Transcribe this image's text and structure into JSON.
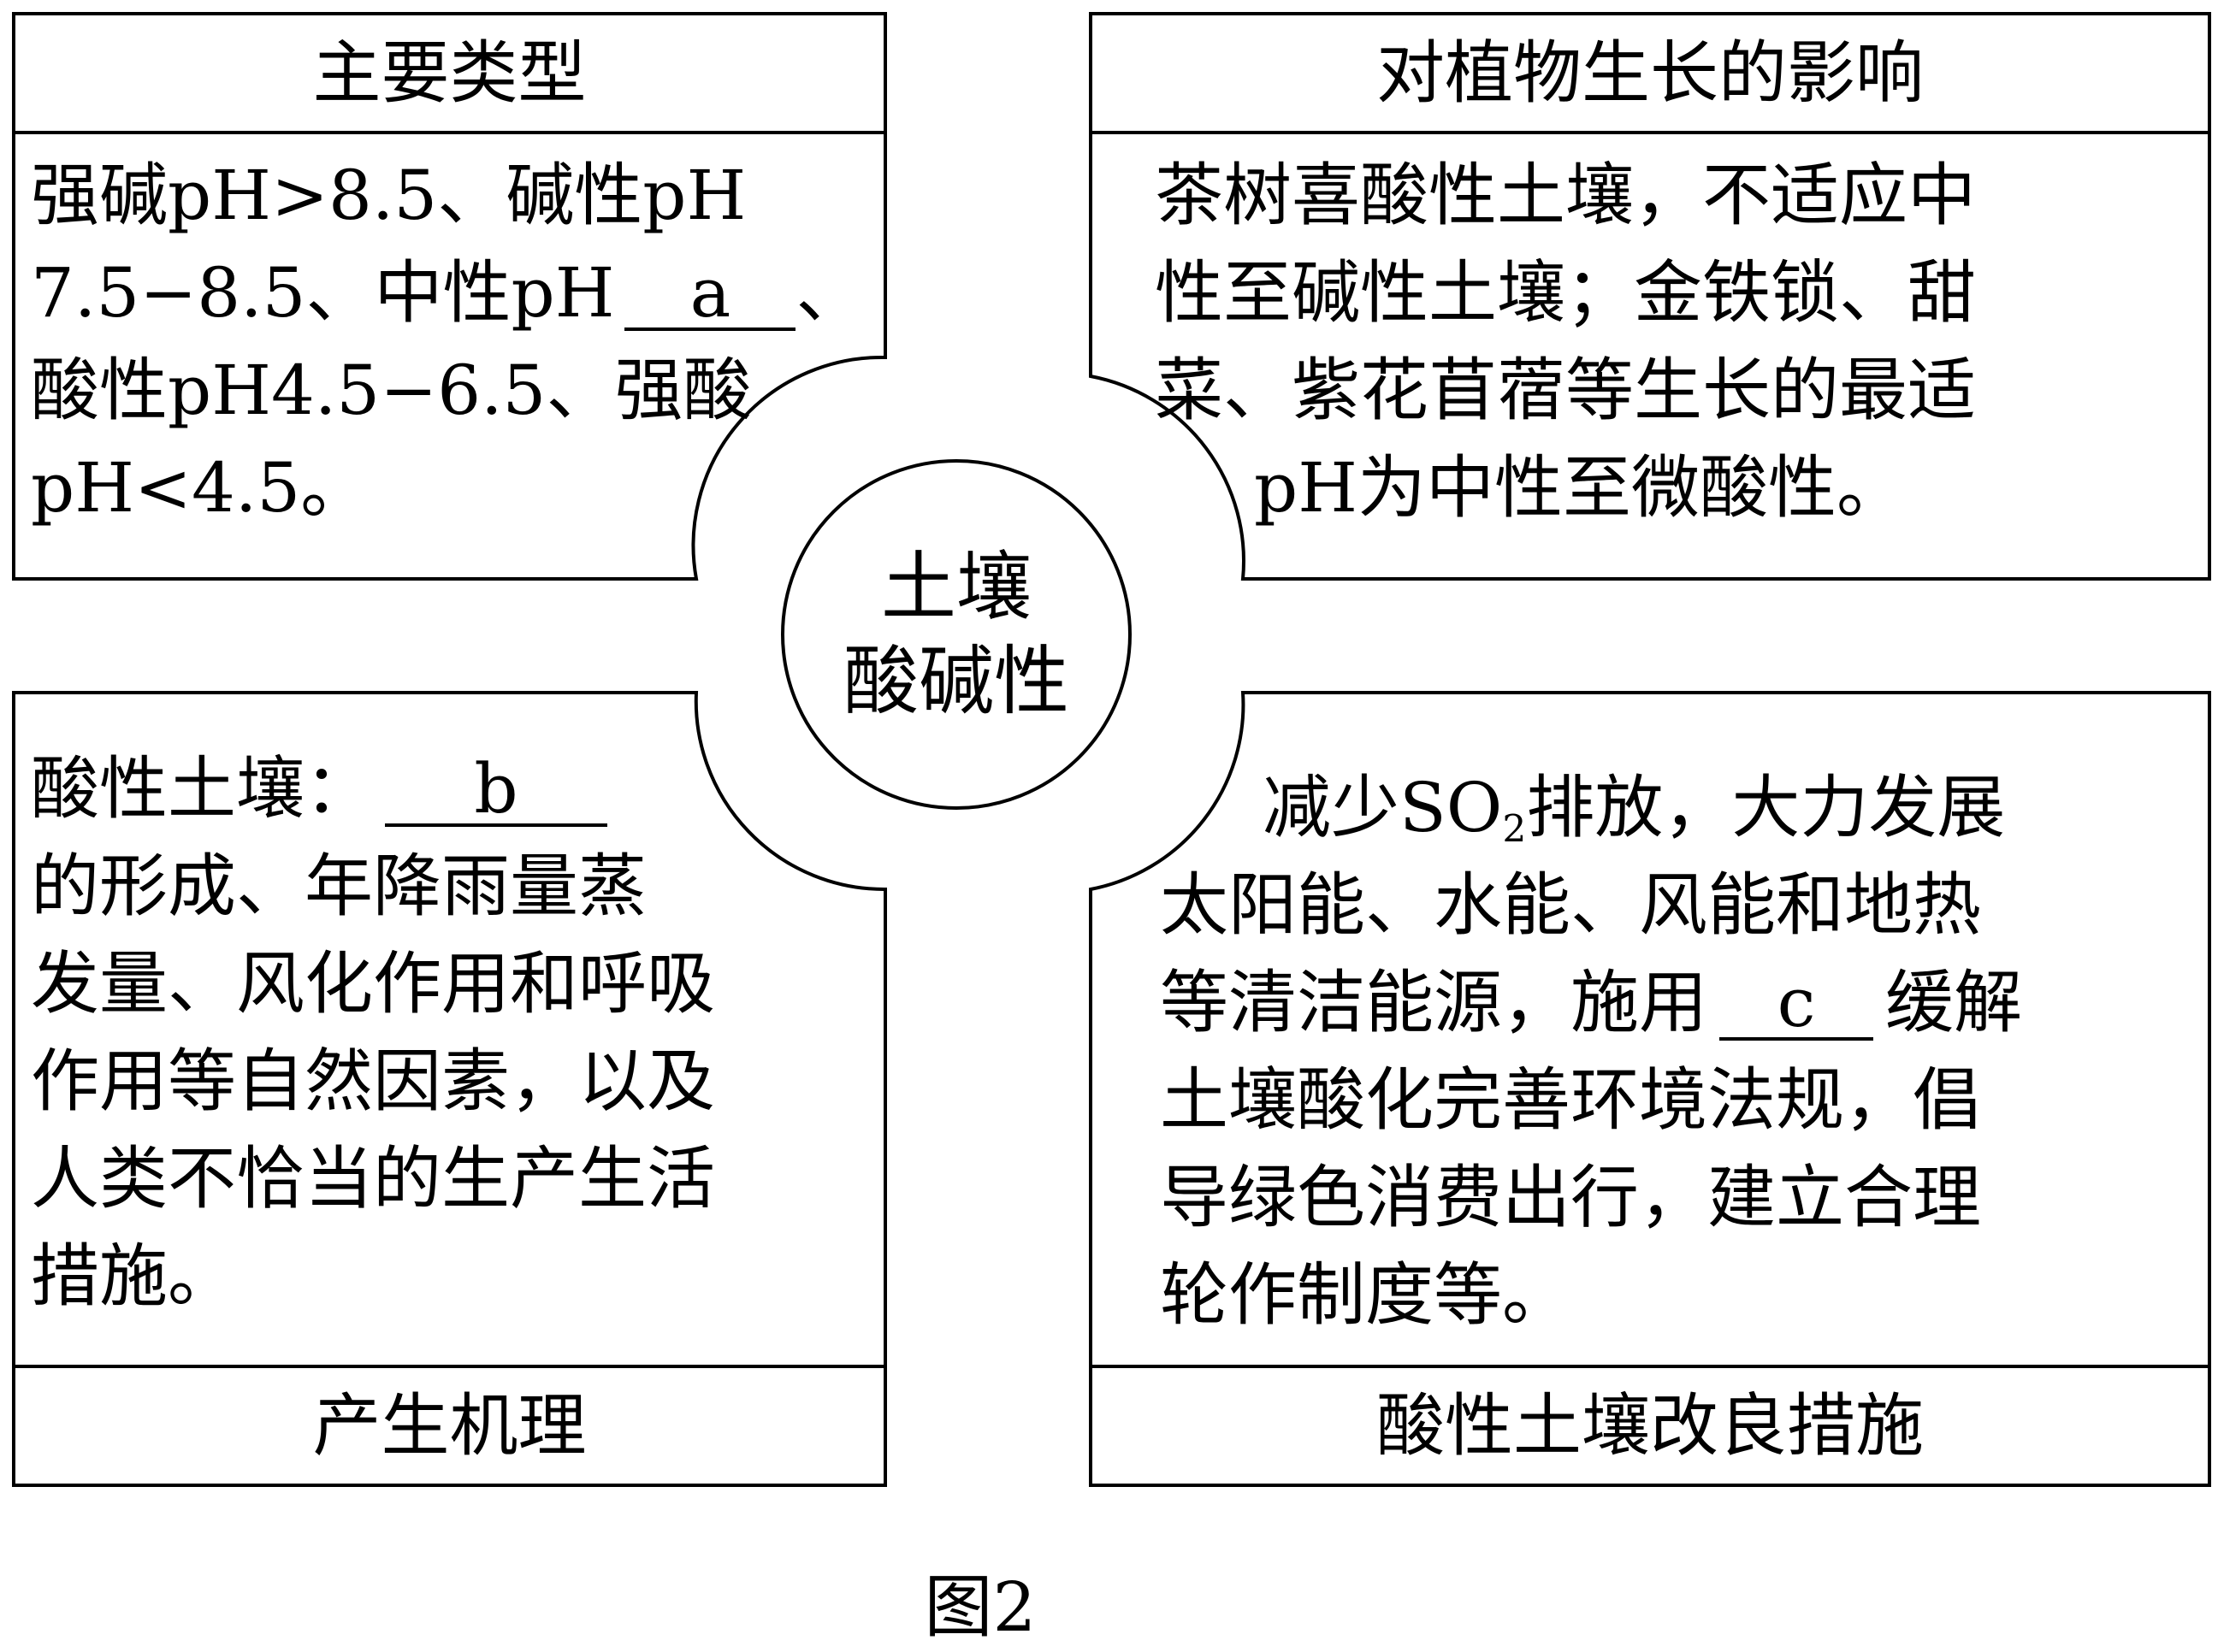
{
  "center": {
    "line1": "土壤",
    "line2": "酸碱性"
  },
  "top_left": {
    "title": "主要类型",
    "l1": "强碱pH>8.5、碱性pH",
    "l2_pre": "7.5−8.5、中性pH",
    "blank_a": "a",
    "l2_post": "、",
    "l3": "酸性pH4.5−6.5、强酸",
    "l4": "pH<4.5。"
  },
  "top_right": {
    "title": "对植物生长的影响",
    "l1": "茶树喜酸性土壤，不适应中",
    "l2": "性至碱性土壤；金铁锁、甜",
    "l3": "菜、紫花苜蓿等生长的最适",
    "l4": "pH为中性至微酸性。"
  },
  "bottom_left": {
    "title": "产生机理",
    "l1_pre": "酸性土壤：",
    "blank_b": "b",
    "l2": "的形成、年降雨量蒸",
    "l3": "发量、风化作用和呼吸",
    "l4": "作用等自然因素，以及",
    "l5": "人类不恰当的生产生活",
    "l6": "措施。"
  },
  "bottom_right": {
    "title": "酸性土壤改良措施",
    "l1_pre": "减少SO",
    "l1_sub": "2",
    "l1_post": "排放，大力发展",
    "l2": "太阳能、水能、风能和地热",
    "l3_pre": "等清洁能源，施用",
    "blank_c": "c",
    "l3_post": "缓解",
    "l4": "土壤酸化完善环境法规，倡",
    "l5": "导绿色消费出行，建立合理",
    "l6": "轮作制度等。"
  },
  "caption": "图2"
}
